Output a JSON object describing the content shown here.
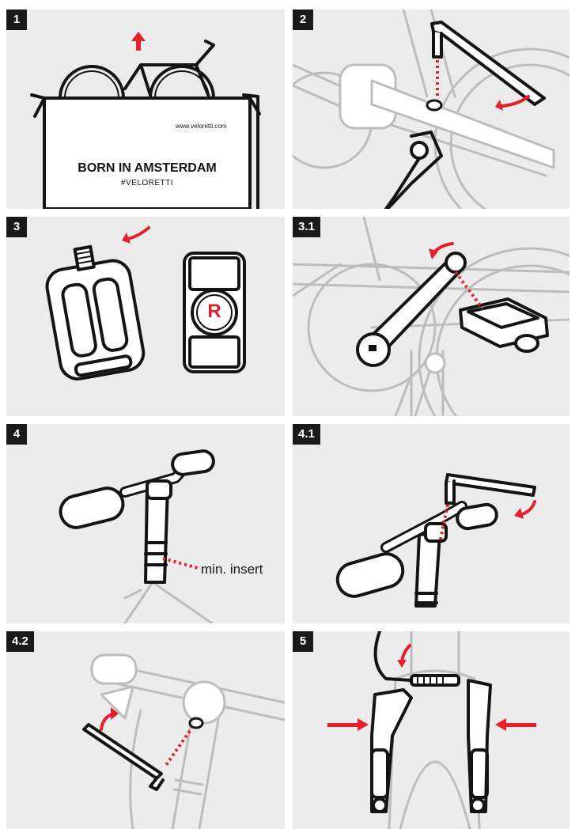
{
  "colors": {
    "accent": "#e3202b",
    "ink": "#141414",
    "panel": "#ececec"
  },
  "steps": [
    {
      "label": "1"
    },
    {
      "label": "2"
    },
    {
      "label": "3"
    },
    {
      "label": "3.1"
    },
    {
      "label": "4"
    },
    {
      "label": "4.1"
    },
    {
      "label": "4.2"
    },
    {
      "label": "5"
    }
  ],
  "box": {
    "url": "www.veloretti.com",
    "slogan": "BORN IN AMSTERDAM",
    "hashtag": "#VELORETTI"
  },
  "pedal_logo": "R",
  "seatpost_note": "min. insert",
  "icons": [
    "up-arrow-icon",
    "rotate-arrow-icon",
    "push-arrow-icon",
    "hex-key-icon"
  ]
}
